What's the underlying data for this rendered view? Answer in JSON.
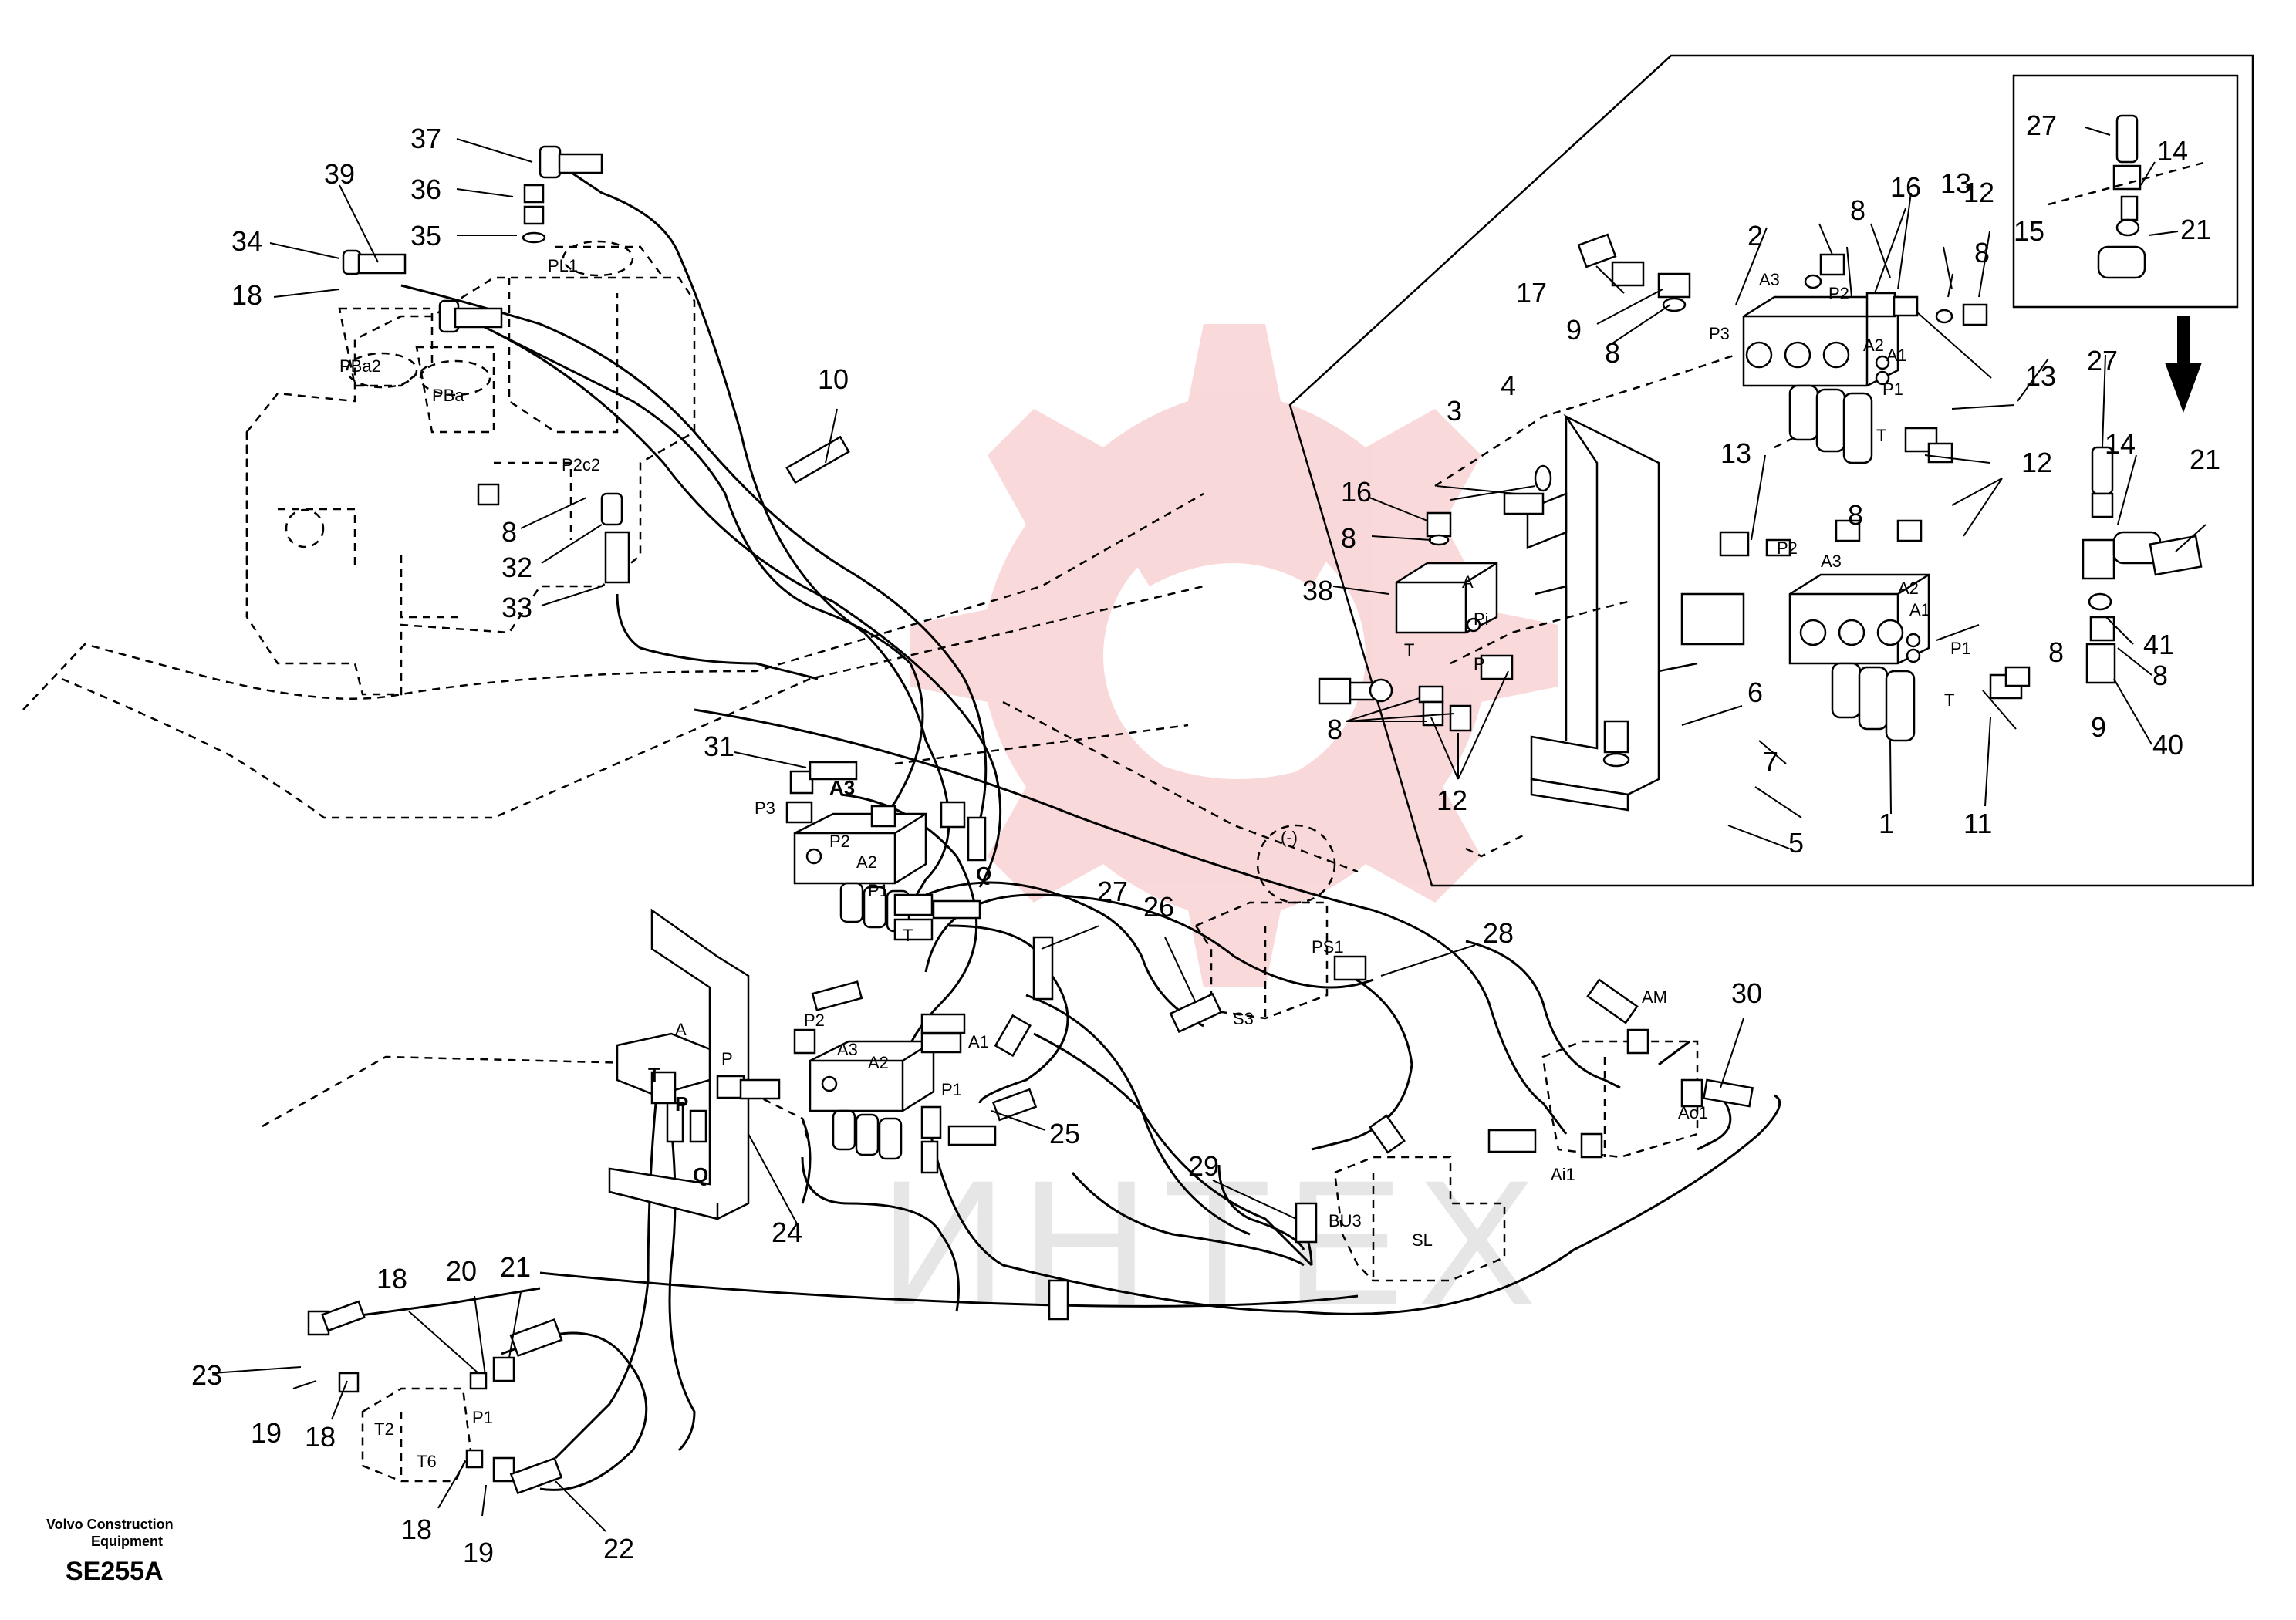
{
  "part_labels": [
    "1",
    "2",
    "3",
    "4",
    "5",
    "6",
    "7",
    "8",
    "9",
    "10",
    "11",
    "12",
    "13",
    "14",
    "15",
    "16",
    "17",
    "18",
    "19",
    "20",
    "21",
    "22",
    "23",
    "24",
    "25",
    "26",
    "27",
    "28",
    "29",
    "30",
    "31",
    "32",
    "33",
    "34",
    "35",
    "36",
    "37",
    "38",
    "39",
    "40",
    "41"
  ],
  "port_labels": {
    "pl1": "PL1",
    "pba2": "PBa2",
    "pba": "PBa",
    "p2c2": "P2c2",
    "a3": "A3",
    "a2": "A2",
    "a1": "A1",
    "p1": "P1",
    "p2": "P2",
    "p3": "P3",
    "t": "T",
    "p": "P",
    "a": "A",
    "pi": "Pi",
    "q": "Q",
    "s3": "S3",
    "ps1": "PS1",
    "am": "AM",
    "ao1": "Ao1",
    "ai1": "Ai1",
    "bu3": "BU3",
    "sl": "SL",
    "t2": "T2",
    "t6": "T6",
    "minus": "(-)"
  },
  "watermark": "ИНТЕХ",
  "footer": {
    "company": "Volvo Construction Equipment",
    "drawing_id": "SE255A"
  },
  "colors": {
    "line": "#000000",
    "watermark": "#e8505b",
    "watermark_text": "#c8c8c8"
  }
}
